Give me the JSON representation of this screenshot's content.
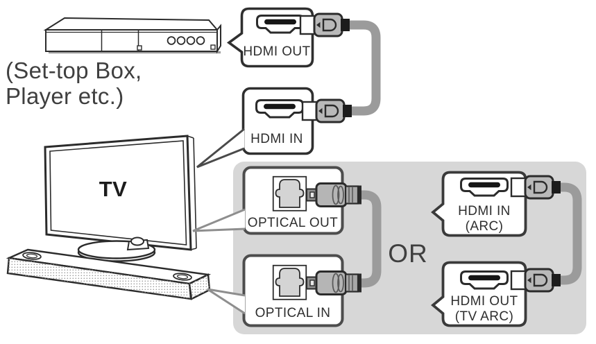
{
  "diagram": {
    "title_hint": "Soundbar to TV connection diagram",
    "source_device": {
      "label_line1": "(Set-top Box,",
      "label_line2": "Player etc.)"
    },
    "tv": {
      "label": "TV"
    },
    "or_divider": "OR",
    "callouts": {
      "hdmi_out": {
        "label": "HDMI OUT"
      },
      "hdmi_in": {
        "label": "HDMI IN"
      },
      "optical_out": {
        "label": "OPTICAL OUT"
      },
      "optical_in": {
        "label": "OPTICAL IN"
      },
      "hdmi_in_arc": {
        "label_line1": "HDMI IN",
        "label_line2": "(ARC)"
      },
      "hdmi_out_tv_arc": {
        "label_line1": "HDMI OUT",
        "label_line2": "(TV ARC)"
      }
    },
    "colors": {
      "panel_gray": "#d7d7d7",
      "cable_gray": "#9b9b9b",
      "outline": "#2b2b2b",
      "plug_body_gray": "#b9b9b9",
      "optical_callout_border": "#4d4d4d",
      "pointer_gray": "#8e8e8e",
      "label_text": "#2e2e2e"
    }
  }
}
